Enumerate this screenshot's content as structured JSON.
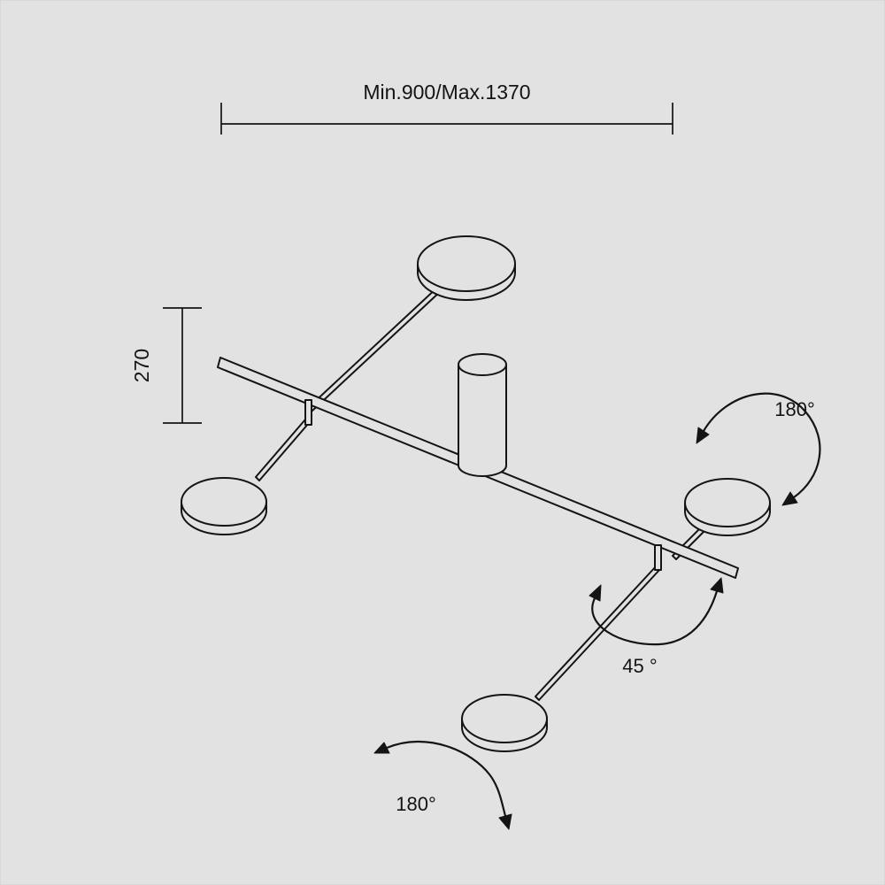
{
  "colors": {
    "background": "#e2e2e2",
    "line": "#141414"
  },
  "labels": {
    "width_dimension": "Min.900/Max.1370",
    "height_dimension": "270",
    "rotation_top_right": "180°",
    "rotation_middle": "45 °",
    "rotation_bottom": "180°"
  }
}
